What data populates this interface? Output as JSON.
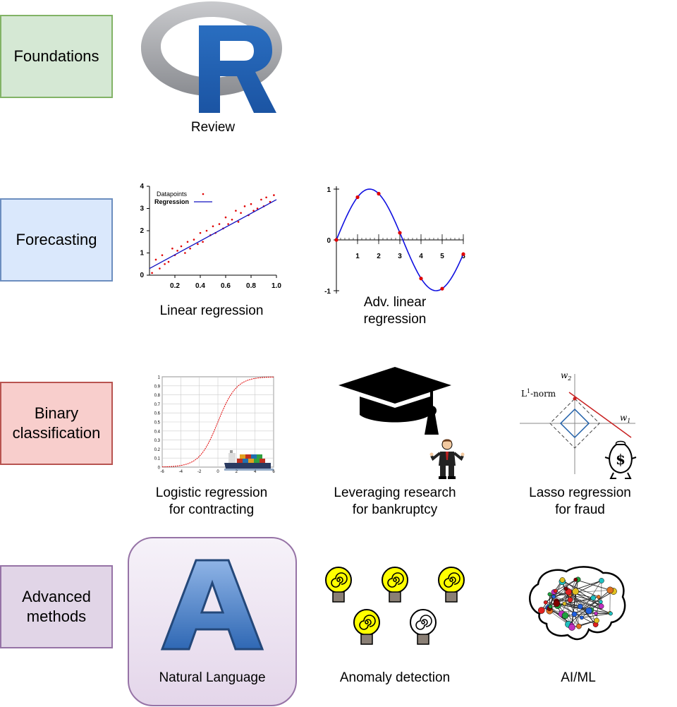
{
  "categories": [
    {
      "label": "Foundations",
      "fill": "#d5e8d4",
      "stroke": "#82b366"
    },
    {
      "label": "Forecasting",
      "fill": "#dae8fc",
      "stroke": "#6c8ebf"
    },
    {
      "label": "Binary\nclassification",
      "fill": "#f8cecc",
      "stroke": "#b85450"
    },
    {
      "label": "Advanced\nmethods",
      "fill": "#e1d5e7",
      "stroke": "#9673a6"
    }
  ],
  "topics": {
    "review": "Review",
    "linear_regression": "Linear regression",
    "adv_linear_regression": "Adv. linear\nregression",
    "logistic_regression": "Logistic regression\nfor contracting",
    "leveraging_research": "Leveraging research\nfor bankruptcy",
    "lasso_regression": "Lasso regression\nfor fraud",
    "natural_language": "Natural Language",
    "anomaly_detection": "Anomaly detection",
    "ai_ml": "AI/ML"
  },
  "icons": {
    "r_logo": "r-logo-icon",
    "graduation_cap": "graduation-cap-icon",
    "businessman": "businessman-icon",
    "money_bag": "money-bag-icon",
    "letter_a": "letter-a-icon",
    "lightbulb": "lightbulb-icon",
    "brain": "brain-network-icon",
    "cargo_ship": "cargo-ship-icon"
  },
  "r_logo_letter": "R",
  "a_logo_letter": "A",
  "money_bag_symbol": "$",
  "chart_data": [
    {
      "type": "scatter",
      "legend": [
        "Datapoints",
        "Regression"
      ],
      "legend_position": "top-left",
      "xlim": [
        0,
        1.0
      ],
      "ylim": [
        0,
        4
      ],
      "x_ticks": [
        "0.2",
        "0.4",
        "0.6",
        "0.8",
        "1.0"
      ],
      "y_ticks": [
        "0",
        "1",
        "2",
        "3",
        "4"
      ],
      "regression_line": {
        "x": [
          0,
          1.0
        ],
        "y": [
          0.3,
          3.4
        ]
      },
      "series": [
        {
          "name": "Datapoints",
          "x": [
            0.02,
            0.05,
            0.08,
            0.1,
            0.12,
            0.15,
            0.18,
            0.2,
            0.22,
            0.25,
            0.28,
            0.3,
            0.32,
            0.35,
            0.38,
            0.4,
            0.42,
            0.45,
            0.48,
            0.5,
            0.52,
            0.55,
            0.58,
            0.6,
            0.62,
            0.65,
            0.68,
            0.7,
            0.72,
            0.75,
            0.78,
            0.8,
            0.82,
            0.85,
            0.88,
            0.9,
            0.92,
            0.95,
            0.98
          ],
          "y": [
            0.1,
            0.7,
            0.3,
            0.9,
            0.5,
            0.6,
            1.2,
            0.9,
            1.1,
            1.3,
            1.0,
            1.5,
            1.2,
            1.6,
            1.4,
            1.9,
            1.5,
            2.0,
            1.8,
            2.2,
            1.9,
            2.3,
            2.1,
            2.6,
            2.3,
            2.5,
            2.9,
            2.4,
            2.8,
            3.1,
            2.7,
            3.2,
            2.9,
            3.0,
            3.4,
            3.1,
            3.5,
            3.3,
            3.6
          ],
          "color": "#e00000"
        }
      ],
      "line_color": "#1010c0"
    },
    {
      "type": "line",
      "xlim": [
        0,
        6
      ],
      "ylim": [
        -1,
        1
      ],
      "x_ticks": [
        "1",
        "2",
        "3",
        "4",
        "5",
        "6"
      ],
      "y_ticks": [
        "-1",
        "0",
        "1"
      ],
      "series": [
        {
          "x": [
            0,
            1,
            2,
            3,
            4,
            5,
            6
          ],
          "y": [
            0,
            0.84,
            0.91,
            0.14,
            -0.76,
            -0.96,
            -0.28
          ],
          "color": "#e00000"
        }
      ],
      "curve": "sin(x)",
      "line_color": "#1010e0"
    },
    {
      "type": "line",
      "xlim": [
        -6,
        6
      ],
      "ylim": [
        0,
        1
      ],
      "x_ticks": [
        "-6",
        "-4",
        "-2",
        "0",
        "2",
        "4",
        "6"
      ],
      "y_ticks": [
        "0",
        "0.1",
        "0.2",
        "0.3",
        "0.4",
        "0.5",
        "0.6",
        "0.7",
        "0.8",
        "0.9",
        "1"
      ],
      "curve": "logistic",
      "grid": true,
      "line_color": "#e00000"
    },
    {
      "type": "line",
      "axis_labels": {
        "w1": "w",
        "w1_sub": "1",
        "w2": "w",
        "w2_sub": "2"
      },
      "annotation": {
        "L": "L",
        "sup": "1",
        "suffix": "-norm"
      },
      "colors": {
        "diamond": "#1f5fa8",
        "line": "#c82020"
      }
    }
  ]
}
